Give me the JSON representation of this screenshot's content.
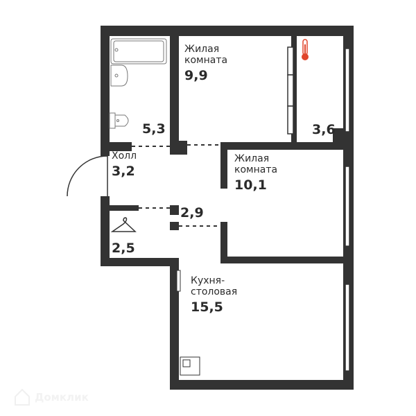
{
  "rooms": {
    "bathroom": {
      "area": "5,3"
    },
    "living1": {
      "name_line1": "Жилая",
      "name_line2": "комната",
      "area": "9,9"
    },
    "balcony": {
      "area": "3,6"
    },
    "hall": {
      "name": "Холл",
      "area": "3,2"
    },
    "living2": {
      "name_line1": "Жилая",
      "name_line2": "комната",
      "area": "10,1"
    },
    "corridor": {
      "area": "2,9"
    },
    "closet": {
      "area": "2,5"
    },
    "kitchen": {
      "name_line1": "Кухня-",
      "name_line2": "столовая",
      "area": "15,5"
    }
  },
  "watermark": "Домклик",
  "colors": {
    "wall": "#333333",
    "thermometer": "#e0452b"
  }
}
